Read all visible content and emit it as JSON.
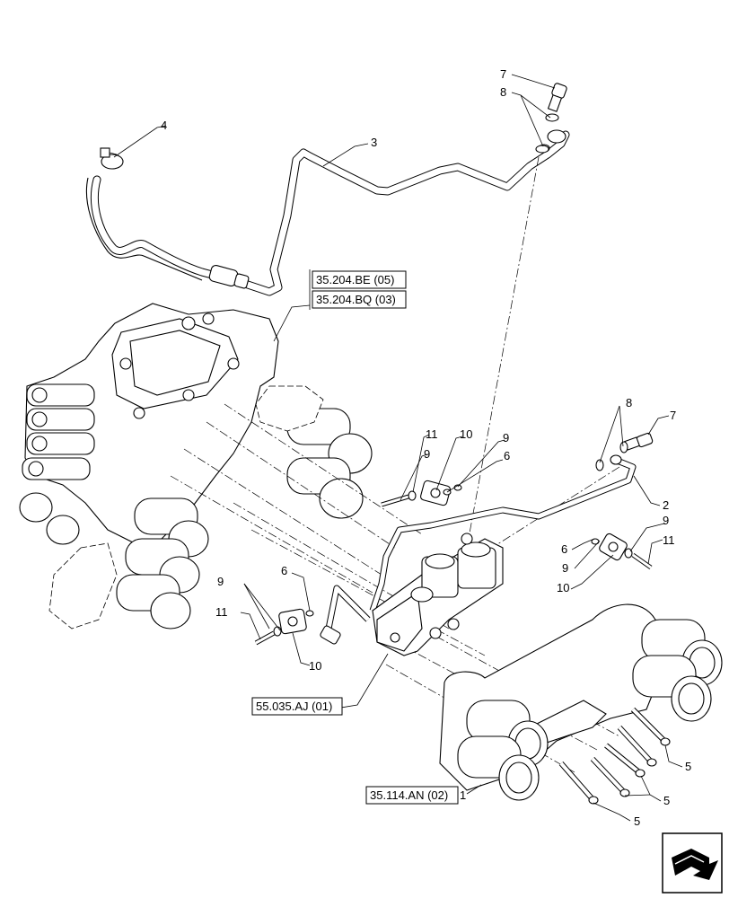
{
  "references": {
    "ref_a": "35.204.BE (05)",
    "ref_b": "35.204.BQ (03)",
    "ref_c": "55.035.AJ (01)",
    "ref_d": "35.114.AN (02)"
  },
  "callouts": {
    "c1": "1",
    "c2": "2",
    "c3": "3",
    "c4": "4",
    "c5a": "5",
    "c5b": "5",
    "c5c": "5",
    "c6a": "6",
    "c6b": "6",
    "c6c": "6",
    "c7a": "7",
    "c7b": "7",
    "c8a": "8",
    "c8b": "8",
    "c9a": "9",
    "c9b": "9",
    "c9c": "9",
    "c9d": "9",
    "c9e": "9",
    "c10a": "10",
    "c10b": "10",
    "c10c": "10",
    "c11a": "11",
    "c11b": "11",
    "c11c": "11"
  },
  "nav_icon": "next-page-arrow-icon"
}
